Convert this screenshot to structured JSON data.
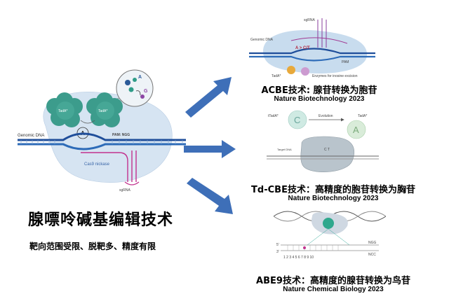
{
  "left": {
    "title": "腺嘌呤碱基编辑技术",
    "subtitle": "靶向范围受限、脱靶多、精度有限",
    "diagram": {
      "tada_a": "TadA*",
      "tada_b": "TadA*",
      "base_a": "A",
      "base_g": "G",
      "genomic_dna": "Genomic DNA",
      "pam": "PAM: NGG",
      "cas9": "Cas9 nickase",
      "sgrna": "sgRNA"
    }
  },
  "panels": [
    {
      "title": "ACBE技术: 腺苷转换为胞苷",
      "journal": "Nature Biotechnology 2023",
      "labels": {
        "sgrna": "sgRNA",
        "genomic": "Genomic DNA",
        "edit": "A > C/T",
        "pam": "PAM",
        "tada": "TadA*",
        "enzymes": "Enzymes for inosine excision"
      }
    },
    {
      "title": "Td-CBE技术：高精度的胞苷转换为胸苷",
      "journal": "Nature Biotechnology 2023",
      "labels": {
        "tada_left": "tTadA*",
        "c": "C",
        "evolution": "Evolution",
        "tada_right": "TadA*",
        "a": "A",
        "target": "Target DNA",
        "ct": "C T"
      }
    },
    {
      "title": "ABE9技术：高精度的腺苷转换为鸟苷",
      "journal": "Nature Chemical Biology 2023",
      "labels": {
        "five_top": "5'",
        "five_bottom": "3'",
        "ngg_top": "NGG",
        "ngg_bottom": "NCC",
        "positions": "1 2 3 4 5 6 7 8 9 10"
      }
    }
  ],
  "colors": {
    "arrow": "#3e6fb8",
    "tada": "#3c9c8c",
    "blob": "#cfe0f1",
    "dna_blue": "#1f4e9a",
    "sgrna": "#c2318e"
  }
}
